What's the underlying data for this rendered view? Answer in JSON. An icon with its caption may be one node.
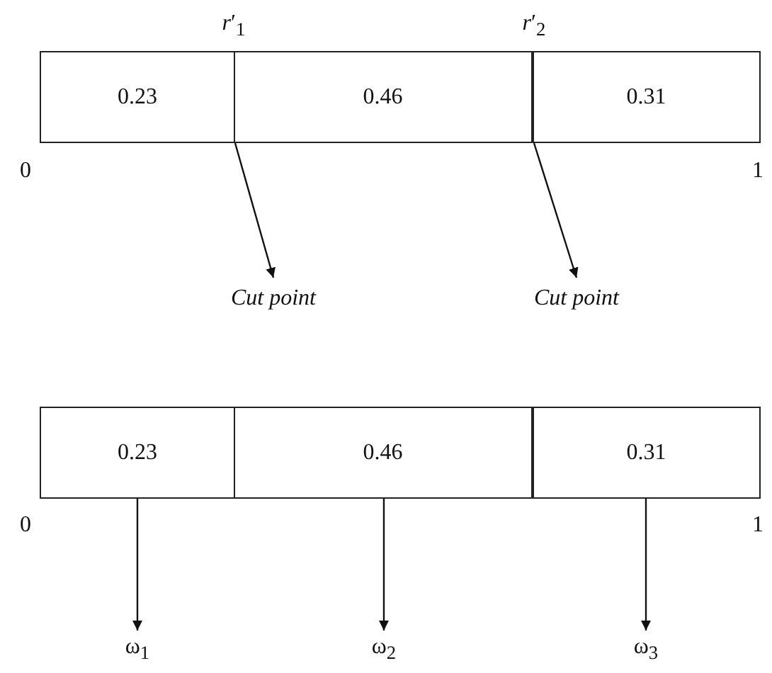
{
  "diagram": {
    "nodes": [
      {
        "text": [
          "0.23"
        ]
      },
      {
        "text": [
          "0.46"
        ]
      },
      {
        "text": [
          "0.31"
        ]
      },
      {
        "text": [
          "*Cut point*"
        ]
      },
      {
        "text": [
          "*Cut point*"
        ]
      },
      {
        "text": [
          "0.23"
        ]
      },
      {
        "text": [
          "0.46"
        ]
      },
      {
        "text": [
          "0.31"
        ]
      },
      {
        "text": [
          "ω$_{1}$"
        ]
      },
      {
        "text": [
          "ω$_{2}$"
        ]
      },
      {
        "text": [
          "ω$_{3}$"
        ]
      }
    ],
    "edges": [
      {
        "from": 0,
        "to": 3,
        "arrow": "to"
      },
      {
        "from": 1,
        "to": 4,
        "arrow": "to"
      },
      {
        "from": 5,
        "to": 8,
        "arrow": "to"
      },
      {
        "from": 6,
        "to": 9,
        "arrow": "to"
      },
      {
        "from": 7,
        "to": 10,
        "arrow": "to"
      }
    ],
    "labels": [
      "*r*′$_{1}$",
      "*r*′$_{2}$",
      "0",
      "1",
      "0",
      "1"
    ]
  }
}
